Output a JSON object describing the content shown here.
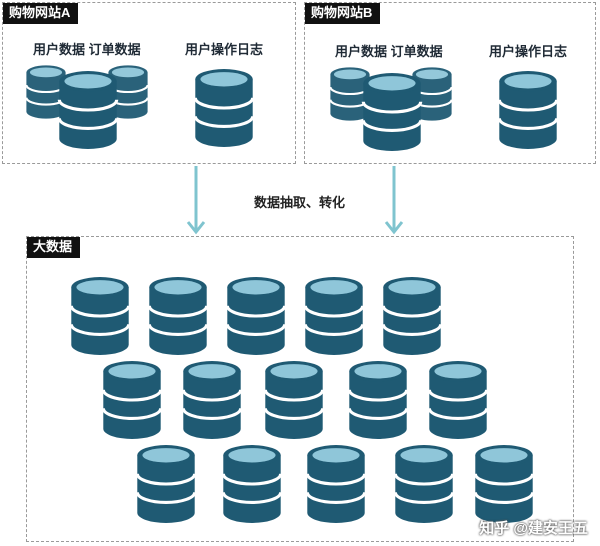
{
  "colors": {
    "db_body": "#1f5a73",
    "db_top": "#8fc6d9",
    "db_band": "#ffffff",
    "arrow": "#7fc4cf"
  },
  "site_a": {
    "tag": "购物网站A",
    "left_label": "用户数据 订单数据",
    "right_label": "用户操作日志"
  },
  "site_b": {
    "tag": "购物网站B",
    "left_label": "用户数据 订单数据",
    "right_label": "用户操作日志"
  },
  "flow_label": "数据抽取、转化",
  "bigdata": {
    "tag": "大数据"
  },
  "watermark": "知乎 @建安王五"
}
